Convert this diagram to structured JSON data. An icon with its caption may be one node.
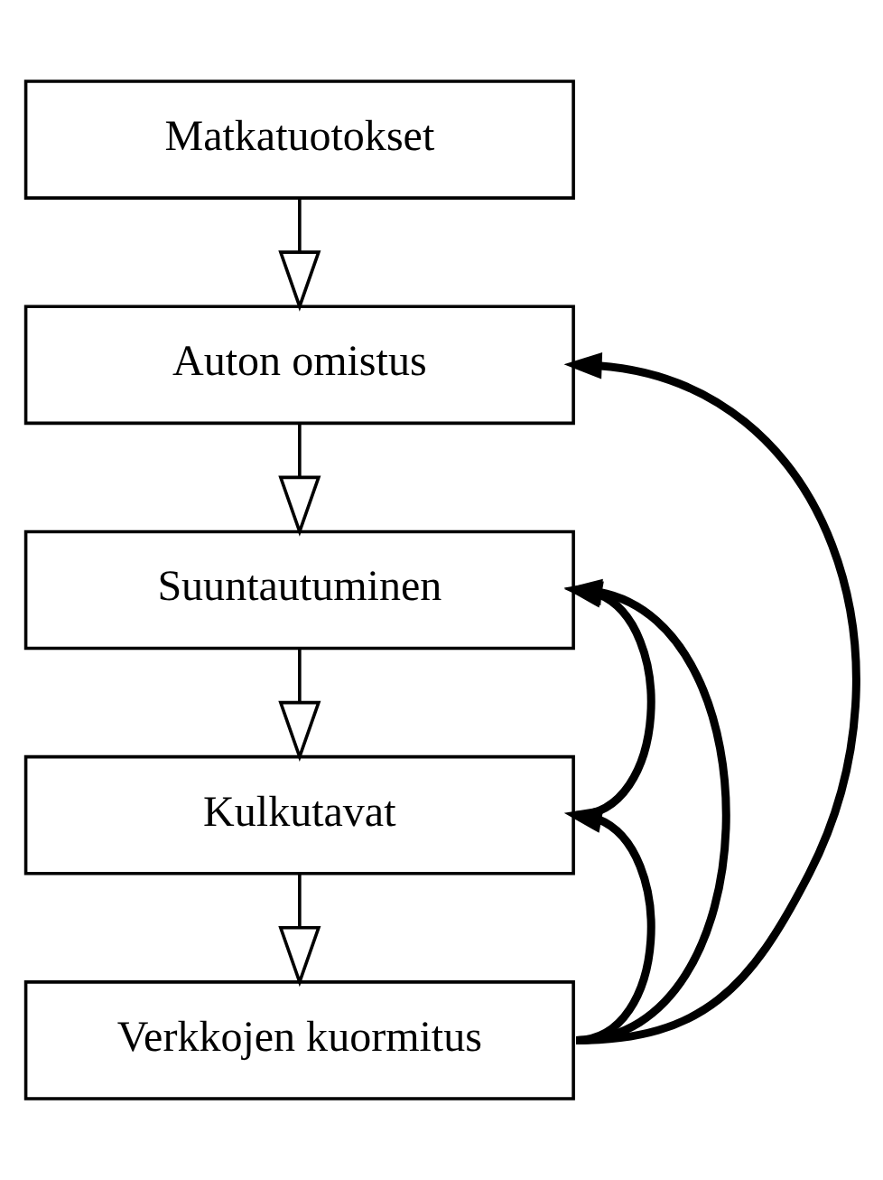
{
  "diagram": {
    "nodes": [
      {
        "text": [
          "Matkatuotokset"
        ]
      },
      {
        "text": [
          "Auton omistus"
        ]
      },
      {
        "text": [
          "Suuntautuminen"
        ]
      },
      {
        "text": [
          "Kulkutavat"
        ]
      },
      {
        "text": [
          "Verkkojen kuormitus"
        ]
      }
    ],
    "edges": [
      {
        "from": 0,
        "to": 1,
        "arrow": "to"
      },
      {
        "from": 1,
        "to": 2,
        "arrow": "to"
      },
      {
        "from": 2,
        "to": 3,
        "arrow": "to"
      },
      {
        "from": 3,
        "to": 4,
        "arrow": "to"
      },
      {
        "from": 3,
        "to": 2,
        "arrow": "to",
        "style": "thick"
      },
      {
        "from": 4,
        "to": 3,
        "arrow": "to",
        "style": "thick"
      },
      {
        "from": 4,
        "to": 2,
        "arrow": "to",
        "style": "thick"
      },
      {
        "from": 4,
        "to": 1,
        "arrow": "to",
        "style": "thick"
      }
    ]
  }
}
